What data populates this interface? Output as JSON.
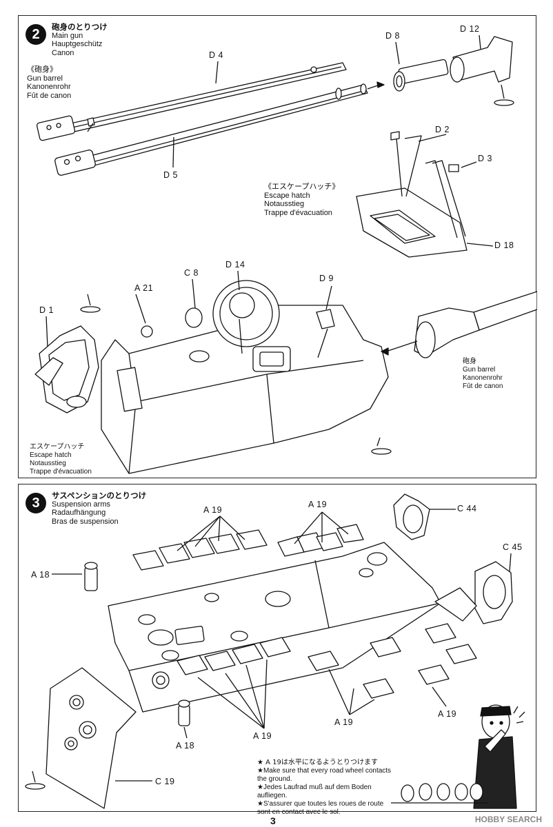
{
  "step2": {
    "number": "2",
    "title_jp": "砲身のとりつけ",
    "title_en": "Main gun",
    "title_de": "Hauptgeschütz",
    "title_fr": "Canon",
    "barrel_jp": "《砲身》",
    "barrel_en": "Gun barrel",
    "barrel_de": "Kanonenrohr",
    "barrel_fr": "Fût de canon",
    "hatch_jp": "《エスケープハッチ》",
    "hatch_en": "Escape hatch",
    "hatch_de": "Notausstieg",
    "hatch_fr": "Trappe d'évacuation",
    "barrel2_jp": "砲身",
    "barrel2_en": "Gun barrel",
    "barrel2_de": "Kanonenrohr",
    "barrel2_fr": "Fût de canon",
    "hatch2_jp": "エスケープハッチ",
    "hatch2_en": "Escape hatch",
    "hatch2_de": "Notausstieg",
    "hatch2_fr": "Trappe d'évacuation",
    "parts": {
      "d4": "D 4",
      "d5": "D 5",
      "d8": "D 8",
      "d12": "D 12",
      "d2": "D 2",
      "d3": "D 3",
      "d18": "D 18",
      "d1": "D 1",
      "a21": "A 21",
      "c8": "C 8",
      "d14": "D 14",
      "d9": "D 9"
    }
  },
  "step3": {
    "number": "3",
    "title_jp": "サスペンションのとりつけ",
    "title_en": "Suspension arms",
    "title_de": "Radaufhängung",
    "title_fr": "Bras de suspension",
    "parts": {
      "a19_top_left": "A 19",
      "a19_top_right": "A 19",
      "a18_top": "A 18",
      "c44": "C 44",
      "c45": "C 45",
      "a19_mid": "A 19",
      "a19_right": "A 19",
      "a19_bottom": "A 19",
      "a18_bottom": "A 18",
      "c19": "C 19"
    },
    "note_jp": "★ A 19は水平になるようとりつけます",
    "note_en": "★Make sure that every road wheel contacts the ground.",
    "note_de": "★Jedes Laufrad muß auf dem Boden aufliegen.",
    "note_fr": "★S'assurer que toutes les roues de route sont en contact avec le sol."
  },
  "page_number": "3",
  "watermark": "HOBBY SEARCH"
}
